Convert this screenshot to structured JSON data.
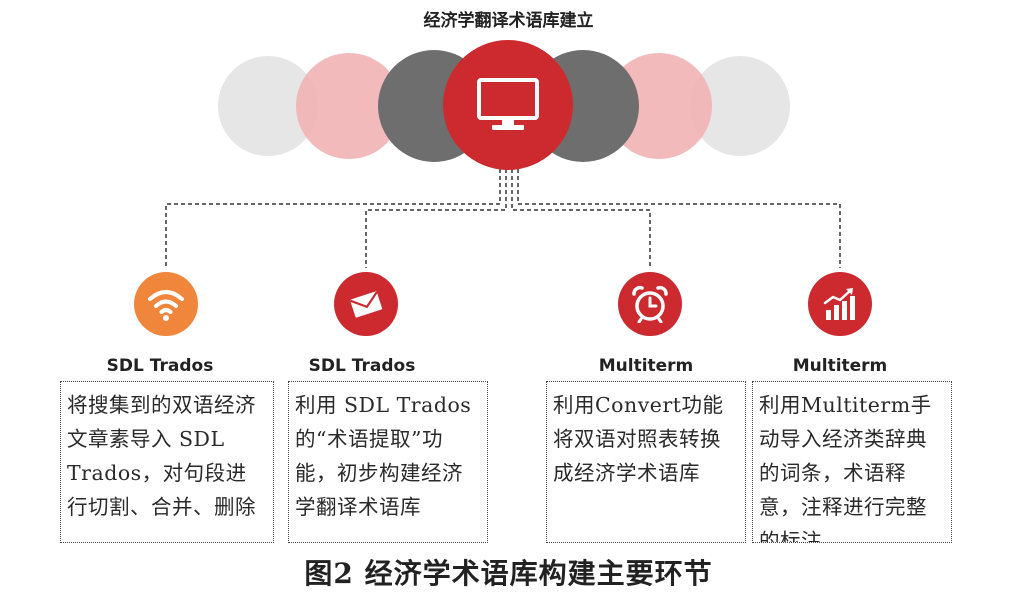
{
  "title": "经济学翻译术语库建立",
  "center_icon": "monitor-icon",
  "nodes": [
    {
      "icon": "wifi-icon",
      "color": "#F0863C",
      "label": "SDL Trados",
      "text": "将搜集到的双语经济文章素导入 SDL Trados，对句段进行切割、合并、删除"
    },
    {
      "icon": "envelope-icon",
      "color": "#CC2A2E",
      "label": "SDL Trados",
      "text": "利用 SDL Trados 的“术语提取”功能，初步构建经济学翻译术语库"
    },
    {
      "icon": "alarm-clock-icon",
      "color": "#CC2A2E",
      "label": "Multiterm",
      "text": "利用Convert功能将双语对照表转换成经济学术语库"
    },
    {
      "icon": "bar-chart-icon",
      "color": "#CC2A2E",
      "label": "Multiterm",
      "text": "利用Multiterm手动导入经济类辞典的词条，术语释意，注释进行完整的标注"
    }
  ],
  "caption": "图2 经济学术语库构建主要环节",
  "colors": {
    "accent_red": "#CC2A2E",
    "accent_orange": "#F0863C",
    "pink": "#F2B3B5",
    "gray_dark": "#6E6E6E",
    "gray_light": "#E6E6E6"
  }
}
